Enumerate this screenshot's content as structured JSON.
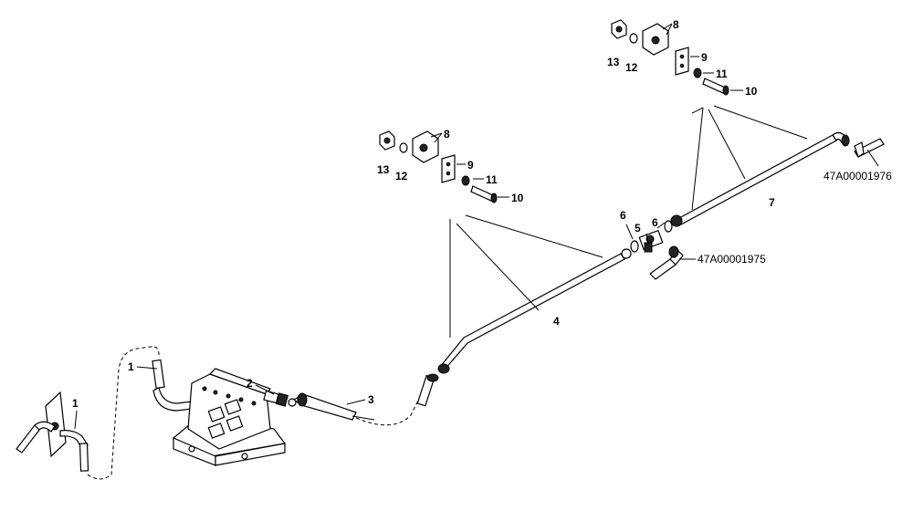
{
  "callouts": {
    "c1a": "1",
    "c1b": "1",
    "c2": "2",
    "c3": "3",
    "c4": "4",
    "c5": "5",
    "c6a": "6",
    "c6b": "6",
    "c7": "7",
    "c8a": "8",
    "c9a": "9",
    "c10a": "10",
    "c11a": "11",
    "c12a": "12",
    "c13a": "13",
    "c8b": "8",
    "c9b": "9",
    "c10b": "10",
    "c11b": "11",
    "c12b": "12",
    "c13b": "13"
  },
  "references": {
    "ref_upper": "47A00001976",
    "ref_lower": "47A00001975"
  }
}
